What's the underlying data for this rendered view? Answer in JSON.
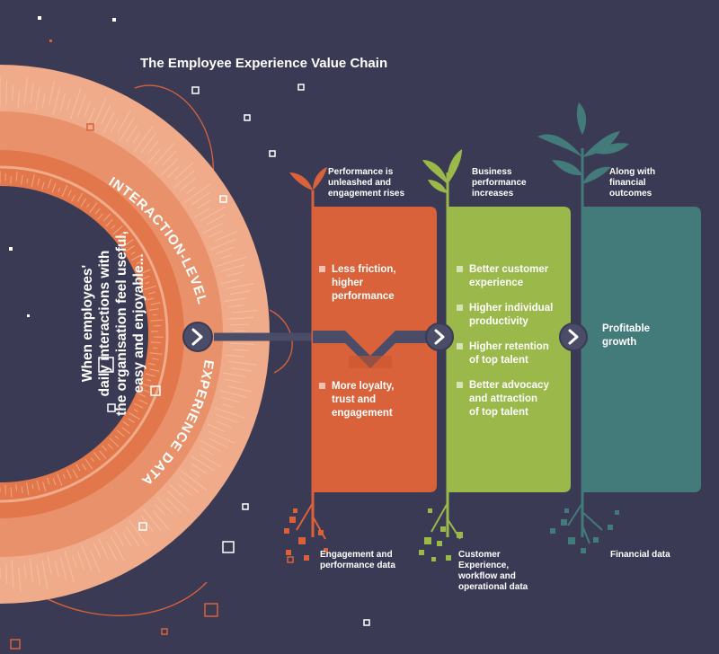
{
  "title": "The Employee Experience Value Chain",
  "intro": {
    "lines": [
      "When employees'",
      "daily interactions with",
      "the organisation feel useful,",
      "easy and enjoyable..."
    ]
  },
  "ring_labels": {
    "outer": "INTERACTION-LEVEL",
    "inner": "EXPERIENCE DATA"
  },
  "columns": [
    {
      "heading": [
        "Performance is",
        "unleashed and",
        "engagement rises"
      ],
      "items_top": [
        [
          "Less friction,",
          "higher",
          "performance"
        ]
      ],
      "items_bottom": [
        [
          "More loyalty,",
          "trust and",
          "engagement"
        ]
      ],
      "footer": [
        "Engagement and",
        "performance data"
      ],
      "color": "#d9623a"
    },
    {
      "heading": [
        "Business",
        "performance",
        "increases"
      ],
      "items": [
        [
          "Better customer",
          "experience"
        ],
        [
          "Higher individual",
          "productivity"
        ],
        [
          "Higher retention",
          "of top talent"
        ],
        [
          "Better advocacy",
          "and attraction",
          "of top talent"
        ]
      ],
      "footer": [
        "Customer",
        "Experience,",
        "workflow and",
        "operational data"
      ],
      "color": "#9bb84a"
    },
    {
      "heading": [
        "Along with",
        "financial",
        "outcomes"
      ],
      "items": [
        [
          "Profitable",
          "growth"
        ]
      ],
      "footer": [
        "Financial data"
      ],
      "color": "#437a7a"
    }
  ],
  "colors": {
    "background": "#3a3a55",
    "ring_outer": "#efab8a",
    "ring_inner": "#e1774a",
    "arrow_circle": "#4a4c68"
  }
}
